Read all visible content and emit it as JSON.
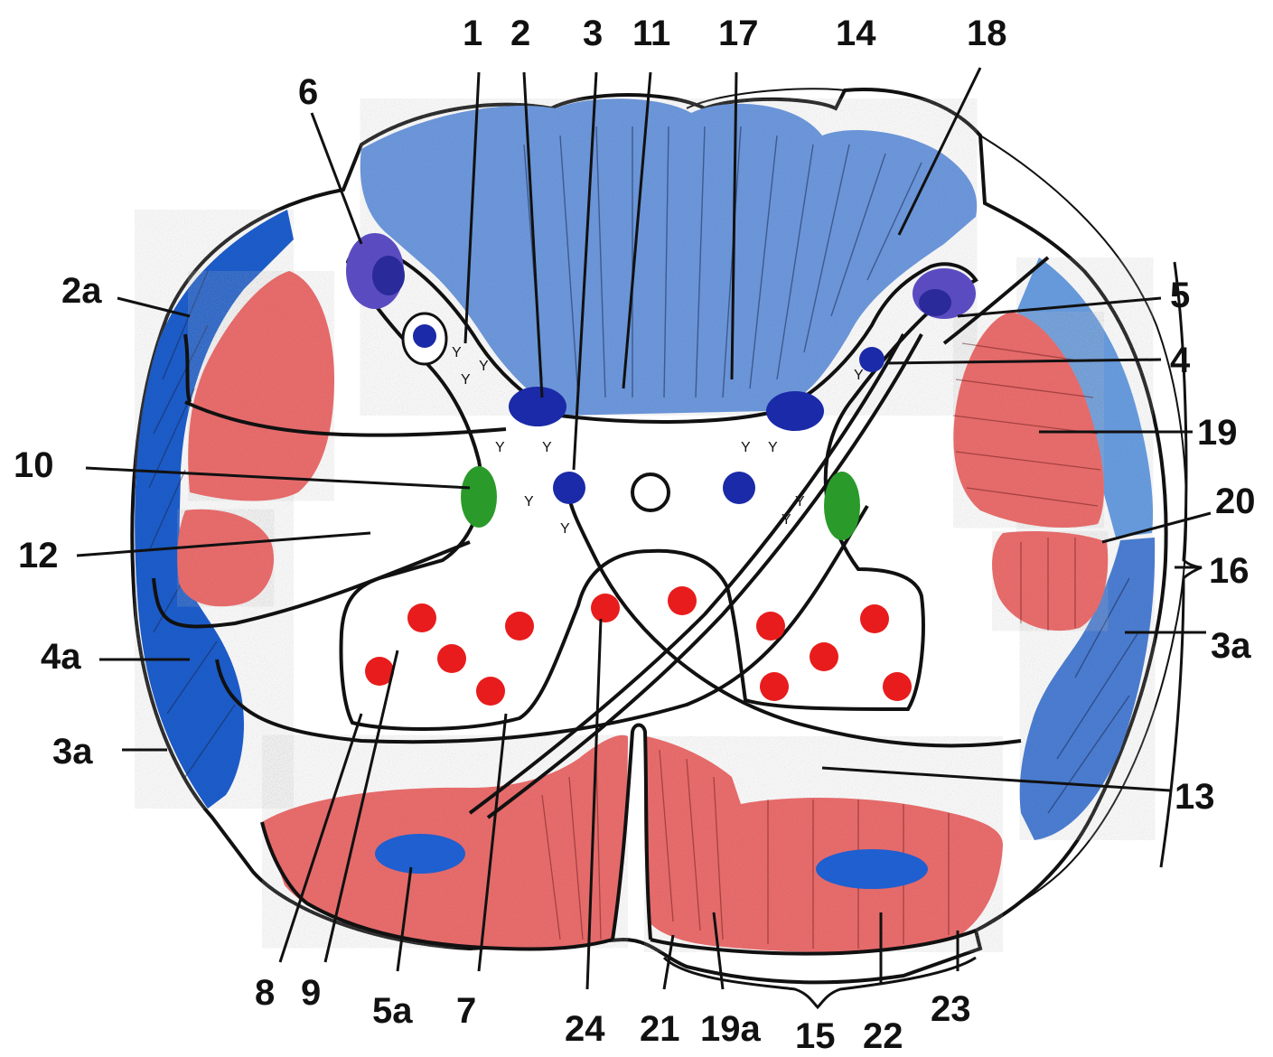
{
  "colors": {
    "dorsal_funiculus": "#6f9be0",
    "lateral_blue": "#1f5fcf",
    "lateral_light_blue": "#6a9fe3",
    "red_tract": "#ee6f6f",
    "nucleus_red": "#e81c1c",
    "nucleus_blue": "#1a2aa8",
    "nucleus_purple": "#5a4cc0",
    "nucleus_green": "#2a9a2a",
    "grey_matter": "#ffffff",
    "outline": "#111111"
  },
  "labels": {
    "l1": "1",
    "l2": "2",
    "l3": "3",
    "l11": "11",
    "l17": "17",
    "l14": "14",
    "l18": "18",
    "l6": "6",
    "l2a": "2a",
    "l5": "5",
    "l4": "4",
    "l19": "19",
    "l10": "10",
    "l20": "20",
    "l12": "12",
    "l16": "16",
    "l3a_right": "3a",
    "l4a": "4a",
    "l3a_left": "3a",
    "l13": "13",
    "l8": "8",
    "l9": "9",
    "l5a": "5a",
    "l7": "7",
    "l24": "24",
    "l21": "21",
    "l19a": "19a",
    "l15": "15",
    "l22": "22",
    "l23": "23"
  }
}
